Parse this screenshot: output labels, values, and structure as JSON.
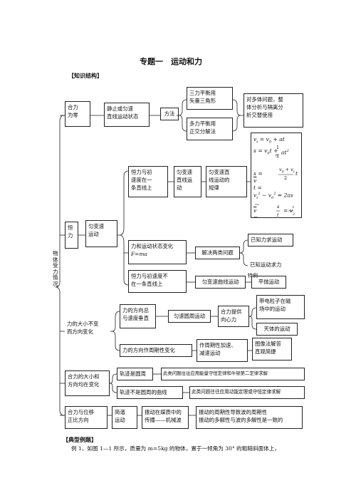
{
  "title": "专题一　运动和力",
  "section_structure": "【知识结构】",
  "root_label": [
    "物",
    "体",
    "受",
    "力",
    "情",
    "况"
  ],
  "heli_weiling": [
    "合力",
    "为零"
  ],
  "jingzhi": [
    "静止或匀速",
    "直线运动状态"
  ],
  "fangfa": "方法",
  "sanli": [
    "三力平衡用",
    "矢量三角形"
  ],
  "duoli": [
    "多力平衡用",
    "正交分解法"
  ],
  "duoti": [
    "对多体问题，整",
    "体分析与隔离分",
    "析交替使用"
  ],
  "hengli": [
    "恒",
    "力"
  ],
  "yunbian": [
    "匀变速",
    "运动"
  ],
  "chusu_same": [
    "恒力与初",
    "速度在一",
    "条直线上"
  ],
  "yunbian_zx": [
    "匀变速",
    "直线运",
    "动"
  ],
  "guilv": [
    "匀变速直",
    "线运动的",
    "规律"
  ],
  "formulas": {
    "f1": "v_t = v_0 + at",
    "f2": "s = v_0 t + ½at²",
    "f3": "s = v̄t = (v_0+v_t)/2 · t",
    "f4": "v_t² − v_0² = 2as",
    "f5": "v̄ = s/t = v_{t/2}"
  },
  "lihe": [
    "力和运动状态变化",
    "F=ma"
  ],
  "liangl": "解决两类问题",
  "yizhi_li": "已知力求运动",
  "yizhi_yd": "已知运动求力",
  "chusu_diff": [
    "恒力与初速度不",
    "在一条直线上"
  ],
  "quxian": "匀变速曲线运动",
  "teli": "特例",
  "pingpao": "平抛运动",
  "dxbb": [
    "力的大小不变",
    "而方向变化"
  ],
  "chuizhi": [
    "力的方向总",
    "与速度垂直"
  ],
  "yuanzhou": "匀速圆周运动",
  "xiangxin": [
    "合力提供",
    "向心力"
  ],
  "daidian": [
    "带电粒子在磁",
    "场中的运动"
  ],
  "tianti": "天体的运动",
  "zhouqi": "力的方向作周期性变化",
  "zuozhouqi": [
    "作周期性加速、",
    "减速运动"
  ],
  "tuxiang": [
    "图像法解答",
    "直观简捷"
  ],
  "dxfx": [
    "合力的大小和",
    "方向均在变化"
  ],
  "yuanzhou2": "轨迹是圆周",
  "nengliang": "此类问题往往应用能量守恒定律和牛顿第二定律求解",
  "bushi": "轨迹不是圆周的曲线",
  "dongneng": "此类问题往往应用动能定理或守恒定律求解",
  "weiyi": [
    "合力与位移",
    "正比方向"
  ],
  "jianxie": [
    "简谐",
    "运动"
  ],
  "jiezhi": [
    "振动在媒质中的",
    "传播——机械波"
  ],
  "zhouqixing": [
    "振动的周期性导致波的周期性",
    "振动的多解性与波的多解性是一致的"
  ],
  "section_example": "【典型例题】",
  "example1": "例 1、如图 1—1 所示，质量为 m=5kg 的物体，置于一倾角为 30° 的粗糙斜面体上，"
}
